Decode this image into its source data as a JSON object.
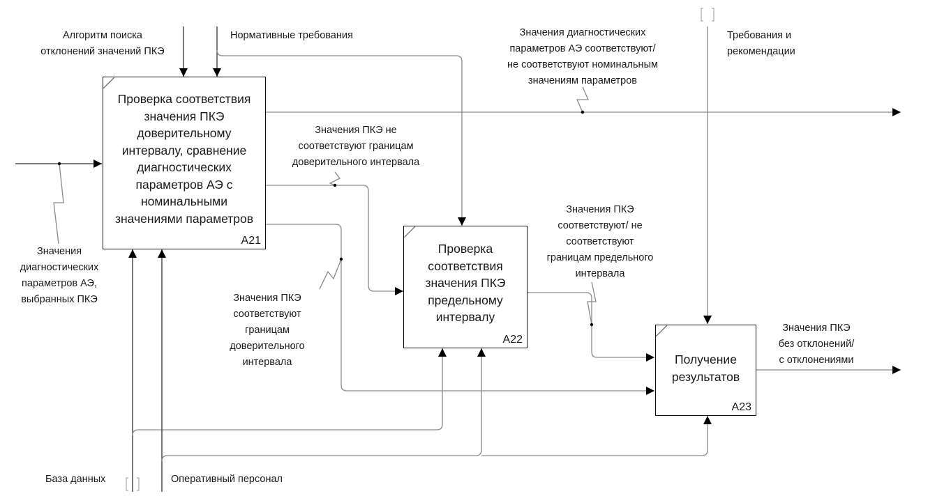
{
  "diagram": {
    "type": "IDEF0",
    "colors": {
      "box_border": "#111111",
      "arrow": "#8a8a8a",
      "text": "#1a1a1a"
    },
    "boxes": [
      {
        "id": "A21",
        "number": "A21",
        "lines": [
          "Проверка соответствия",
          "значения ПКЭ",
          "доверительному",
          "интервалу, сравнение",
          "диагностических",
          "параметров АЭ с",
          "номинальными",
          "значениями параметров"
        ]
      },
      {
        "id": "A22",
        "number": "A22",
        "lines": [
          "Проверка",
          "соответствия",
          "значения ПКЭ",
          "предельному",
          "интервалу"
        ]
      },
      {
        "id": "A23",
        "number": "A23",
        "lines": [
          "Получение",
          "результатов"
        ]
      }
    ],
    "labels": {
      "control_algorithm": [
        "Алгоритм поиска",
        "отклонений значений ПКЭ"
      ],
      "control_normative": [
        "Нормативные требования"
      ],
      "output_diag_params": [
        "Значения диагностических",
        "параметров АЭ соответствуют/",
        "не соответствуют номинальным",
        "значениям параметров"
      ],
      "control_requirements": [
        "Требования и",
        "рекомендации"
      ],
      "pke_not_conf": [
        "Значения ПКЭ не",
        "соответствуют границам",
        "доверительного интервала"
      ],
      "input_diag_values": [
        "Значения",
        "диагностических",
        "параметров АЭ,",
        "выбранных ПКЭ"
      ],
      "pke_conf": [
        "Значения ПКЭ",
        "соответствуют",
        "границам",
        "доверительного",
        "интервала"
      ],
      "pke_limit": [
        "Значения ПКЭ",
        "соответствуют/ не",
        "соответствуют",
        "границам предельного",
        "интервала"
      ],
      "output_result": [
        "Значения ПКЭ",
        "без отклонений/",
        "с отклонениями"
      ],
      "mech_database": [
        "База данных"
      ],
      "mech_personnel": [
        "Оперативный персонал"
      ]
    }
  }
}
